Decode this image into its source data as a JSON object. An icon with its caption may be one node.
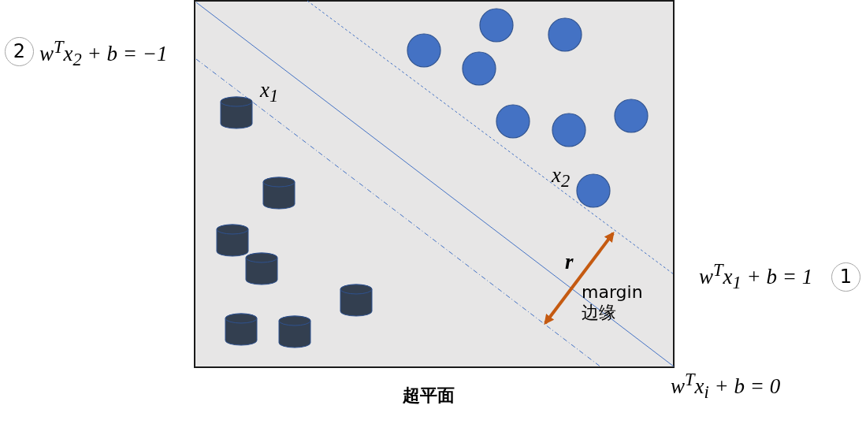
{
  "diagram": {
    "nodes": [
      {
        "text": [
          "2"
        ]
      },
      {
        "text": [
          "1"
        ]
      }
    ],
    "labels": [
      "w$^{T}$x$_{2}$ + b = −1",
      "x$_{1}$",
      "x$_{2}$",
      "r",
      "w$^{T}$x$_{1}$ + b = 1",
      "margin 边缘",
      "w$^{T}$x$_{i}$ + b = 0",
      "超平面"
    ]
  }
}
